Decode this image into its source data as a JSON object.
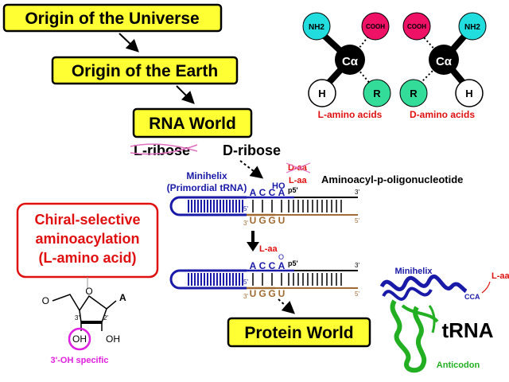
{
  "flow": {
    "universe": "Origin of the Universe",
    "earth": "Origin of the Earth",
    "rna_world": "RNA World",
    "l_ribose": "L-ribose",
    "d_ribose": "D-ribose",
    "protein_world": "Protein World"
  },
  "amino_acids": {
    "nh2": "NH2",
    "cooh": "COOH",
    "calpha": "Cα",
    "h": "H",
    "r": "R",
    "l_label": "L-amino acids",
    "d_label": "D-amino acids"
  },
  "minihelix": {
    "title": "Minihelix",
    "subtitle": "(Primordial tRNA)",
    "top_bases": [
      "A",
      "C",
      "C",
      "A"
    ],
    "bottom_bases": [
      "U",
      "G",
      "G",
      "U"
    ],
    "d_aa": "D-aa",
    "l_aa": "L-aa",
    "ho": "HO",
    "three_prime": "3'",
    "five_prime": "5'",
    "p5": "p5'",
    "o": "O",
    "oligo_label": "Aminoacyl-p-oligonucleotide"
  },
  "chiral": {
    "line1": "Chiral-selective",
    "line2": "aminoacylation",
    "line3": "(L-amino acid)"
  },
  "ribose": {
    "o": "O",
    "a": "A",
    "oh1": "OH",
    "oh2": "OH",
    "c3": "3'",
    "c2": "2'",
    "specific": "3'-OH specific"
  },
  "trna": {
    "minihelix": "Minihelix",
    "cca": "CCA",
    "l_aa": "L-aa",
    "title": "tRNA",
    "anticodon": "Anticodon"
  },
  "colors": {
    "yellow": "#ffff33",
    "blue": "#1a1aa8",
    "brown": "#a06a30",
    "red": "#e01010",
    "magenta": "#e020e0",
    "green": "#22b022",
    "cyan": "#22dddd",
    "pink": "#ee1166",
    "teal": "#33dd99"
  }
}
